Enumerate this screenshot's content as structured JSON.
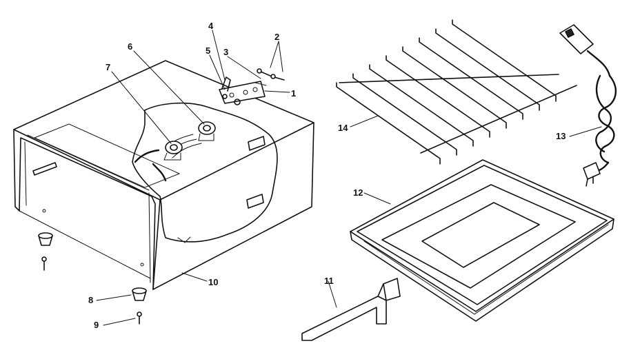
{
  "diagram": {
    "callouts": [
      {
        "id": "c1",
        "label": "1",
        "part": "mounting-bracket"
      },
      {
        "id": "c2",
        "label": "2",
        "part": "screws"
      },
      {
        "id": "c3",
        "label": "3",
        "part": "bracket-plate"
      },
      {
        "id": "c4",
        "label": "4",
        "part": "terminal-screw"
      },
      {
        "id": "c5",
        "label": "5",
        "part": "terminal-nut"
      },
      {
        "id": "c6",
        "label": "6",
        "part": "upper-element-socket"
      },
      {
        "id": "c7",
        "label": "7",
        "part": "lower-element-socket"
      },
      {
        "id": "c8",
        "label": "8",
        "part": "rubber-foot"
      },
      {
        "id": "c9",
        "label": "9",
        "part": "foot-screw"
      },
      {
        "id": "c10",
        "label": "10",
        "part": "oven-body"
      },
      {
        "id": "c11",
        "label": "11",
        "part": "pan-handle"
      },
      {
        "id": "c12",
        "label": "12",
        "part": "broil-pan"
      },
      {
        "id": "c13",
        "label": "13",
        "part": "power-cord"
      },
      {
        "id": "c14",
        "label": "14",
        "part": "oven-rack"
      }
    ],
    "colors": {
      "ink": "#111111",
      "background": "#ffffff"
    }
  }
}
